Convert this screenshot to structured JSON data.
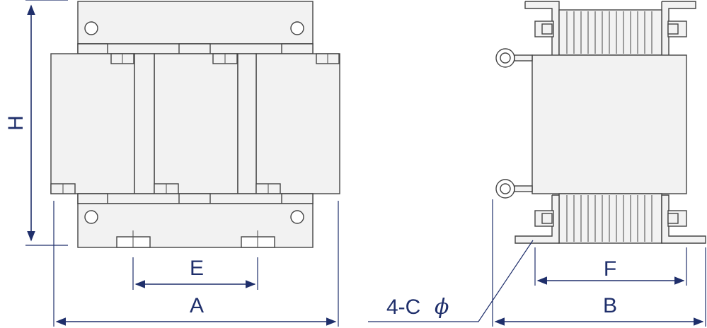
{
  "diagram": {
    "labels": {
      "height": "H",
      "dim_a": "A",
      "dim_e": "E",
      "dim_b": "B",
      "dim_f": "F",
      "hole_count": "4-C",
      "hole_symbol": "ϕ"
    },
    "colors": {
      "dimension_line": "#1f2f6b",
      "part_fill": "#f2f2f2",
      "outline": "#444444"
    }
  }
}
